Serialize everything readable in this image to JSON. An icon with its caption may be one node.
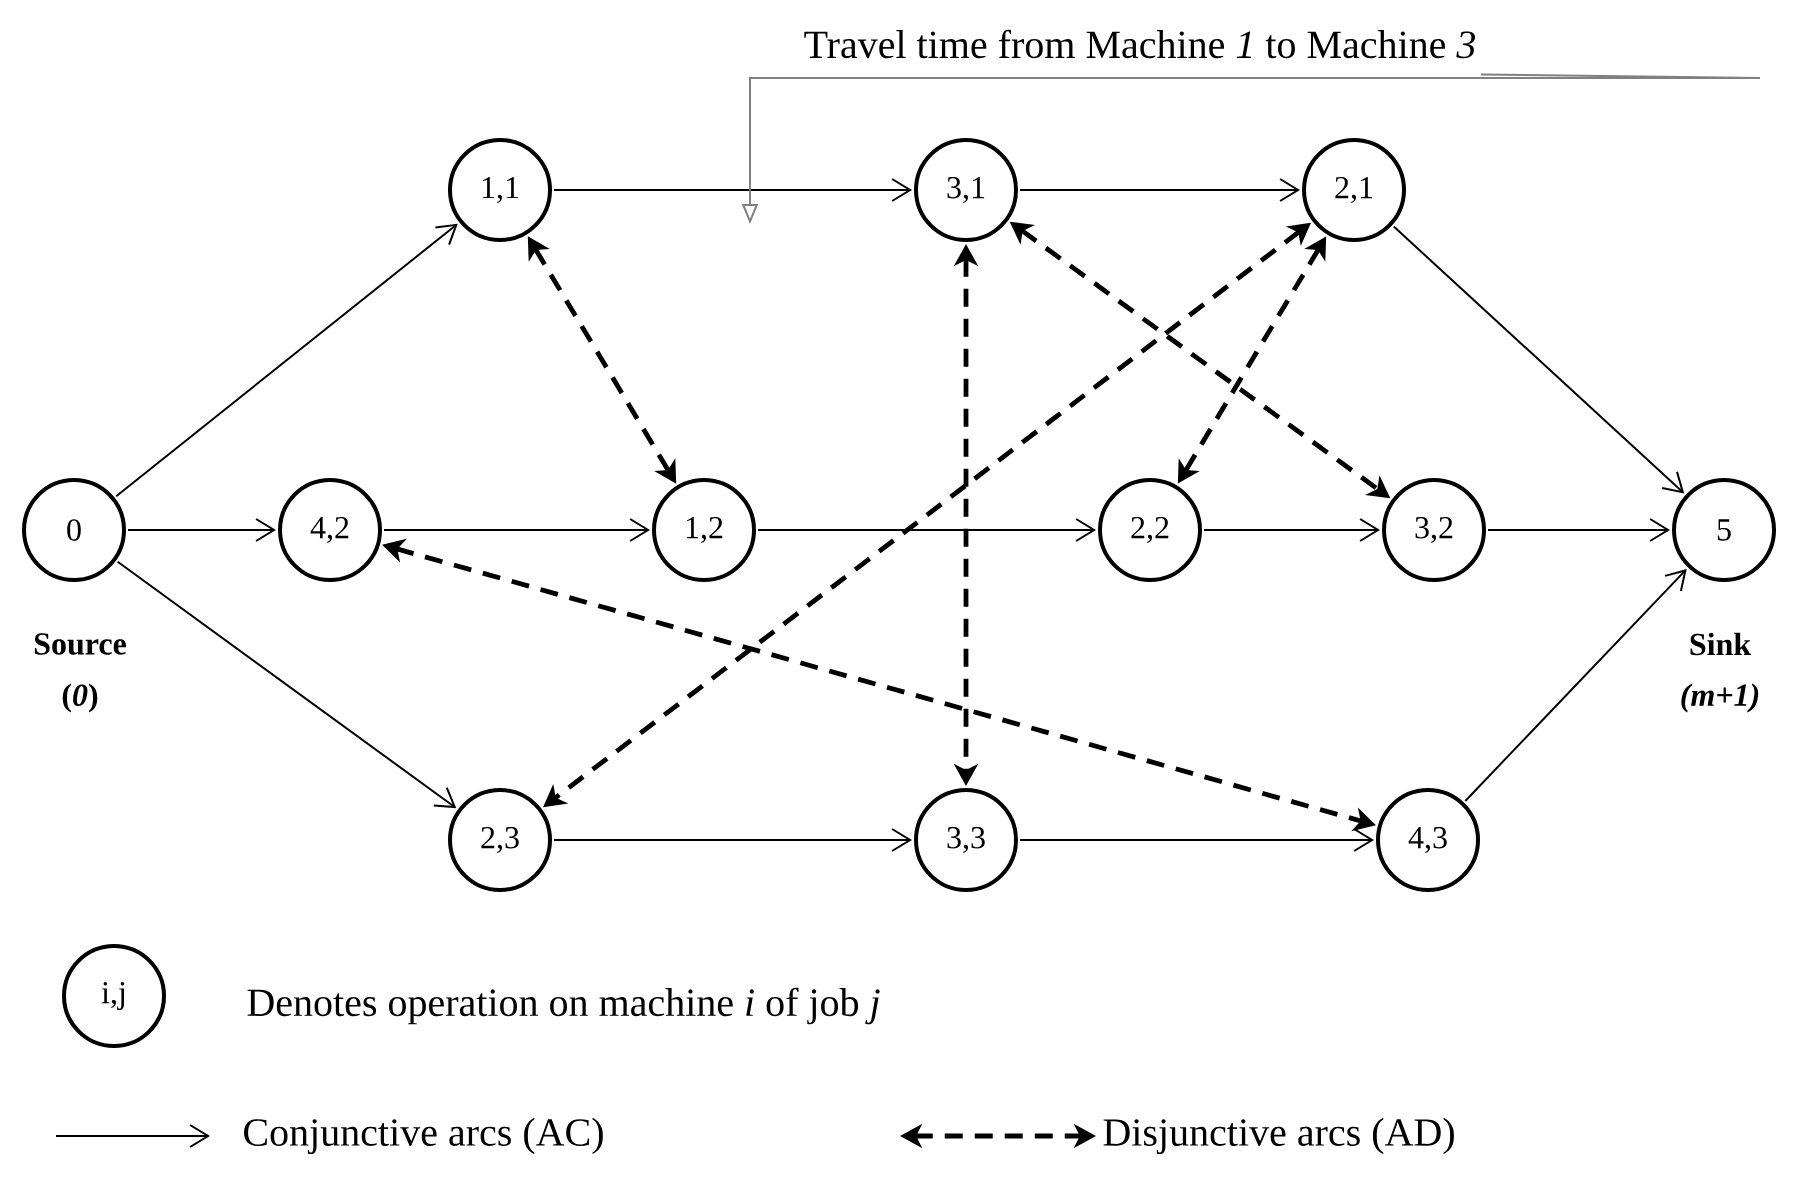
{
  "diagram": {
    "nodes": [
      {
        "text": [
          "0"
        ],
        "beside": [
          "Source",
          "(*0*)"
        ]
      },
      {
        "text": [
          "1,1"
        ]
      },
      {
        "text": [
          "3,1"
        ]
      },
      {
        "text": [
          "2,1"
        ]
      },
      {
        "text": [
          "4,2"
        ]
      },
      {
        "text": [
          "1,2"
        ]
      },
      {
        "text": [
          "2,2"
        ]
      },
      {
        "text": [
          "3,2"
        ]
      },
      {
        "text": [
          "5"
        ],
        "beside": [
          "Sink",
          "*(m+1)*"
        ]
      },
      {
        "text": [
          "2,3"
        ]
      },
      {
        "text": [
          "3,3"
        ]
      },
      {
        "text": [
          "4,3"
        ]
      },
      {
        "text": [
          "i,j"
        ],
        "beside": [
          "Denotes operation on machine *i* of job *j*"
        ]
      },
      {
        "text": [
          "Travel time from Machine *1* to Machine *3*"
        ]
      }
    ],
    "edges": [
      {
        "from": 0,
        "to": 1,
        "arrow": "to"
      },
      {
        "from": 0,
        "to": 4,
        "arrow": "to"
      },
      {
        "from": 0,
        "to": 9,
        "arrow": "to"
      },
      {
        "from": 1,
        "to": 2,
        "arrow": "to"
      },
      {
        "from": 2,
        "to": 3,
        "arrow": "to"
      },
      {
        "from": 3,
        "to": 8,
        "arrow": "to"
      },
      {
        "from": 4,
        "to": 5,
        "arrow": "to"
      },
      {
        "from": 5,
        "to": 6,
        "arrow": "to"
      },
      {
        "from": 6,
        "to": 7,
        "arrow": "to"
      },
      {
        "from": 7,
        "to": 8,
        "arrow": "to"
      },
      {
        "from": 9,
        "to": 10,
        "arrow": "to"
      },
      {
        "from": 10,
        "to": 11,
        "arrow": "to"
      },
      {
        "from": 11,
        "to": 8,
        "arrow": "to"
      },
      {
        "from": 1,
        "to": 5,
        "arrow": "both",
        "style": "dashed"
      },
      {
        "from": 2,
        "to": 7,
        "arrow": "both",
        "style": "dashed"
      },
      {
        "from": 2,
        "to": 10,
        "arrow": "both",
        "style": "dashed"
      },
      {
        "from": 3,
        "to": 6,
        "arrow": "both",
        "style": "dashed"
      },
      {
        "from": 3,
        "to": 9,
        "arrow": "both",
        "style": "dashed"
      },
      {
        "from": 4,
        "to": 11,
        "arrow": "both",
        "style": "dashed"
      },
      {
        "from": 13,
        "to": null,
        "arrow": "to",
        "color": "#808080"
      }
    ],
    "legend": [
      {
        "text": "Conjunctive arcs (AC)"
      },
      {
        "text": "Disjunctive arcs (AD)"
      }
    ]
  }
}
